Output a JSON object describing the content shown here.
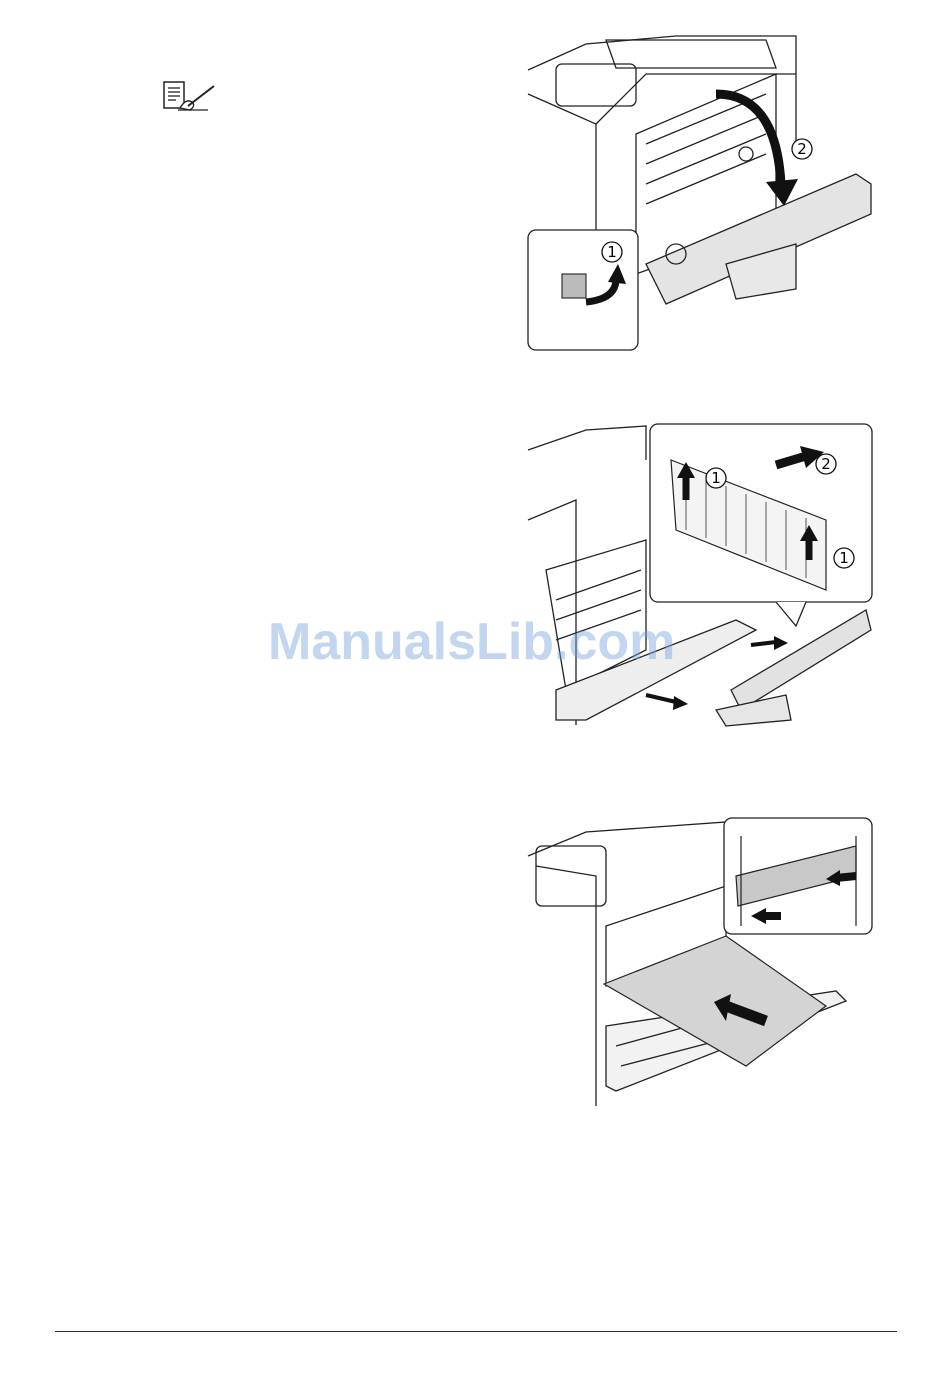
{
  "note_icon": "note-pencil-icon",
  "figures": {
    "fig1": {
      "callouts": [
        "1",
        "2"
      ]
    },
    "fig2": {
      "callouts": [
        "1",
        "2",
        "1"
      ]
    },
    "fig3": {
      "callouts": []
    }
  },
  "watermark": "ManualsLib.com",
  "colors": {
    "watermark": "#78a5dc",
    "line": "#222222",
    "paper": "#d4d4d4"
  }
}
